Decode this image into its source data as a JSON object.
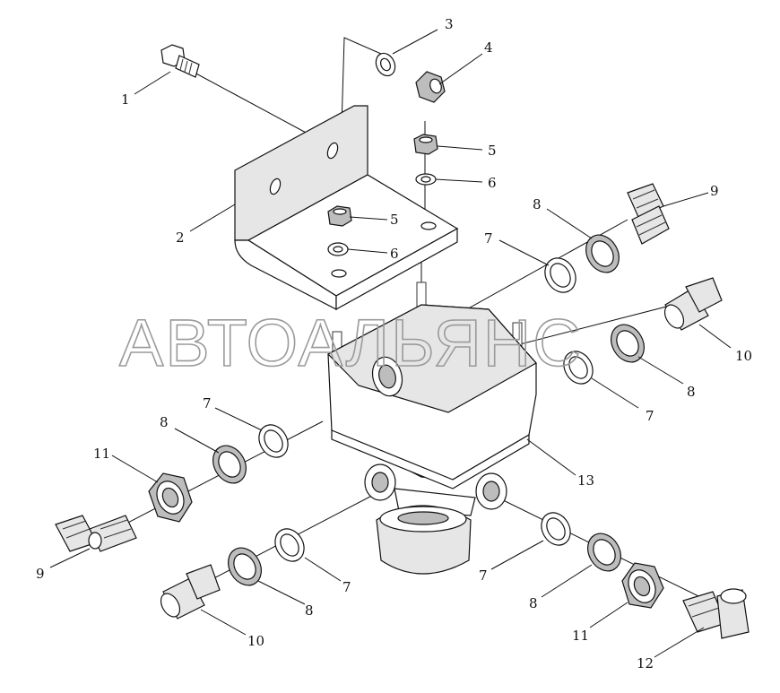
{
  "watermark": "АВТОАЛЬЯНС",
  "callouts": {
    "c1": "1",
    "c2": "2",
    "c3": "3",
    "c4": "4",
    "c5a": "5",
    "c5b": "5",
    "c6a": "6",
    "c6b": "6",
    "c7a": "7",
    "c7b": "7",
    "c7c": "7",
    "c7d": "7",
    "c7e": "7",
    "c8a": "8",
    "c8b": "8",
    "c8c": "8",
    "c8d": "8",
    "c8e": "8",
    "c9a": "9",
    "c9b": "9",
    "c10a": "10",
    "c10b": "10",
    "c11a": "11",
    "c11b": "11",
    "c12": "12",
    "c13": "13"
  }
}
